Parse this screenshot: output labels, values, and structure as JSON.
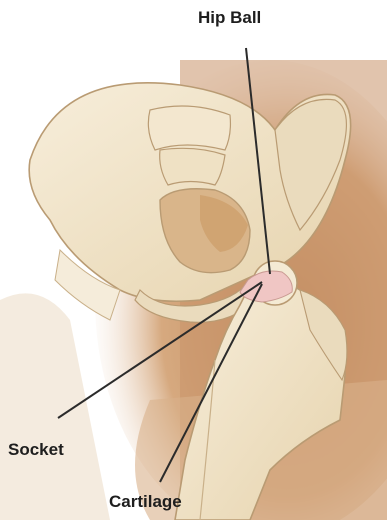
{
  "labels": {
    "hip_ball": "Hip Ball",
    "socket": "Socket",
    "cartilage": "Cartilage"
  },
  "colors": {
    "background": "#ffffff",
    "skin": "#c99468",
    "skin_light": "#e8c7a6",
    "bone": "#f2e6cc",
    "bone_shade": "#ddc69c",
    "bone_outline": "#b99b73",
    "cartilage": "#f0c6c4",
    "leader_line": "#2b2b2b",
    "label_text": "#1e1e1e"
  }
}
